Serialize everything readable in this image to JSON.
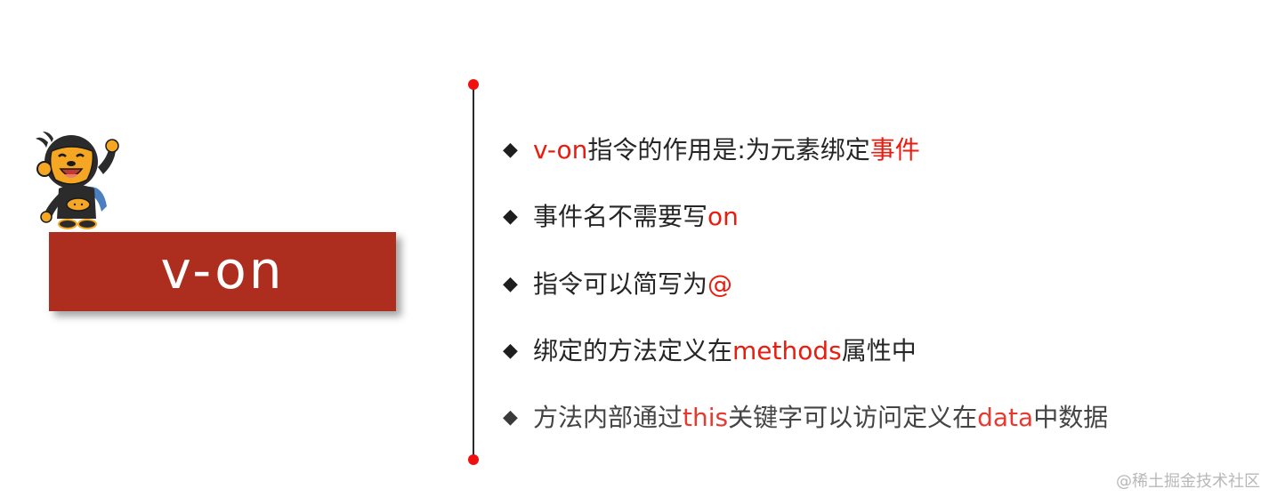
{
  "slide": {
    "title": "v-on",
    "mascot": "monkey-mascot-waving",
    "colors": {
      "title_box_bg": "#ad2e1e",
      "highlight": "#ea1c10",
      "timeline_dot": "#f01010",
      "body_text": "#262626"
    },
    "bullet_icon": "◆",
    "bullets": [
      {
        "parts": [
          {
            "text": "v-on",
            "hl": true
          },
          {
            "text": "指令的作用是:为元素绑定",
            "hl": false
          },
          {
            "text": "事件",
            "hl": true
          }
        ]
      },
      {
        "parts": [
          {
            "text": "事件名不需要写",
            "hl": false
          },
          {
            "text": "on",
            "hl": true
          }
        ]
      },
      {
        "parts": [
          {
            "text": "指令可以简写为",
            "hl": false
          },
          {
            "text": "@",
            "hl": true
          }
        ]
      },
      {
        "parts": [
          {
            "text": "绑定的方法定义在",
            "hl": false
          },
          {
            "text": "methods",
            "hl": true
          },
          {
            "text": "属性中",
            "hl": false
          }
        ]
      },
      {
        "parts": [
          {
            "text": "方法内部通过",
            "hl": false
          },
          {
            "text": "this",
            "hl": true
          },
          {
            "text": "关键字可以访问定义在",
            "hl": false
          },
          {
            "text": "data",
            "hl": true
          },
          {
            "text": "中数据",
            "hl": false
          }
        ]
      }
    ]
  },
  "watermark": "@稀土掘金技术社区"
}
